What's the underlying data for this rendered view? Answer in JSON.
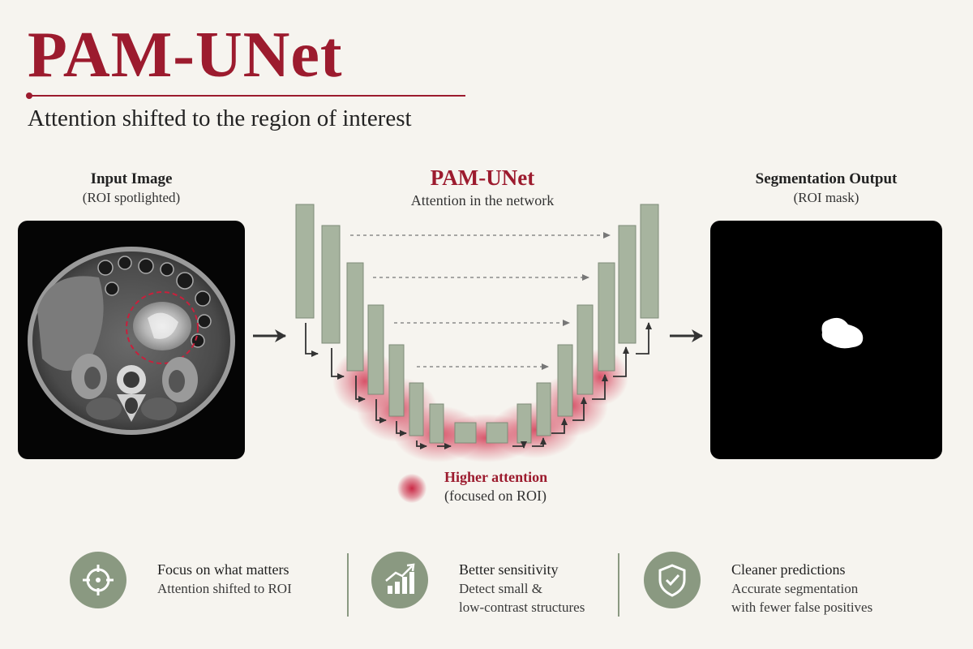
{
  "header": {
    "title": "PAM-UNet",
    "subtitle": "Attention shifted to the region of interest"
  },
  "input": {
    "heading": "Input Image",
    "caption": "(ROI spotlighted)"
  },
  "network": {
    "heading": "PAM-UNet",
    "caption": "Attention in the network"
  },
  "output": {
    "heading": "Segmentation Output",
    "caption": "(ROI mask)"
  },
  "legend": {
    "label": "Higher attention",
    "caption": "(focused on ROI)"
  },
  "features": [
    {
      "title": "Focus on what matters",
      "line1": "Attention shifted to ROI",
      "line2": "",
      "icon": "crosshair-icon"
    },
    {
      "title": "Better sensitivity",
      "line1": "Detect small &",
      "line2": "low-contrast structures",
      "icon": "bar-chart-growth-icon"
    },
    {
      "title": "Cleaner predictions",
      "line1": "Accurate segmentation",
      "line2": "with fewer false positives",
      "icon": "shield-check-icon"
    }
  ],
  "colors": {
    "accent": "#9c1b2e",
    "block_green": "#a7b49f",
    "icon_circle": "#8a9981",
    "background": "#f6f4ef"
  }
}
